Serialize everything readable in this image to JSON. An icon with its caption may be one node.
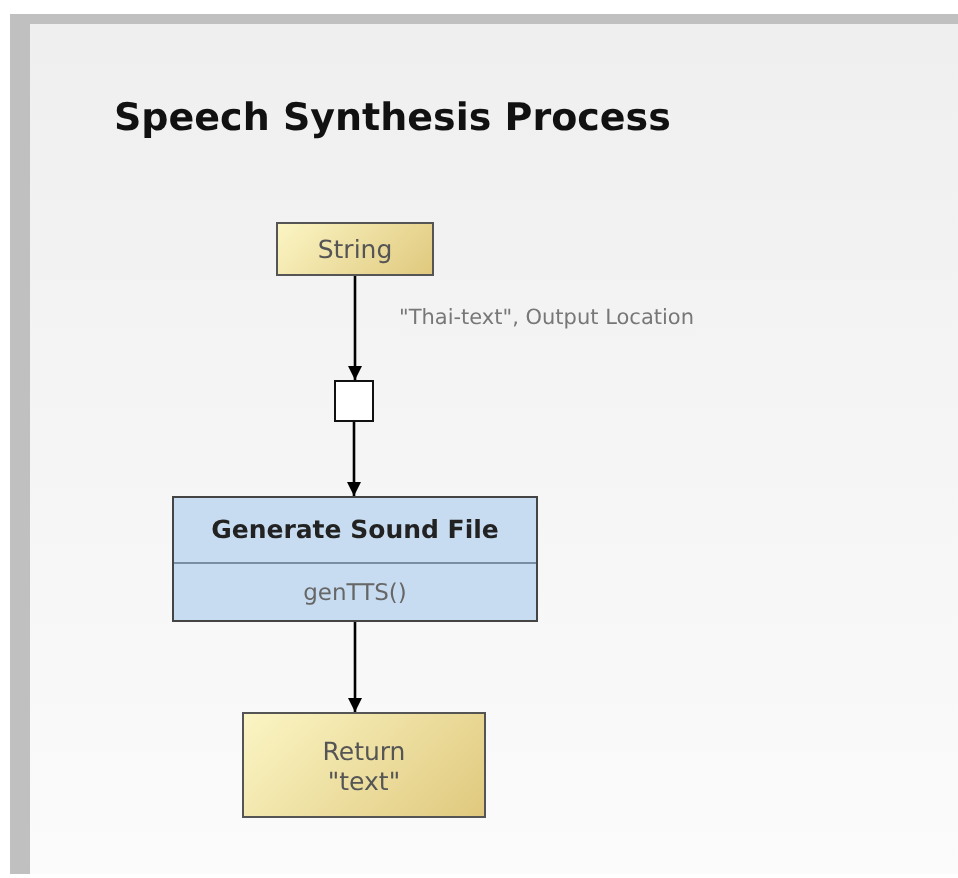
{
  "diagram": {
    "title": "Speech Synthesis Process",
    "nodes": [
      {
        "text": [
          "String"
        ]
      },
      {
        "text": [],
        "shape": "box"
      },
      {
        "text": [
          "Generate Sound File",
          "genTTS()"
        ]
      },
      {
        "text": [
          "Return \"text\""
        ]
      }
    ],
    "edges": [
      {
        "from": 0,
        "to": 1,
        "arrow": "to",
        "label": "\"Thai-text\", Output Location"
      },
      {
        "from": 1,
        "to": 2,
        "arrow": "to"
      },
      {
        "from": 2,
        "to": 3,
        "arrow": "to"
      }
    ]
  }
}
